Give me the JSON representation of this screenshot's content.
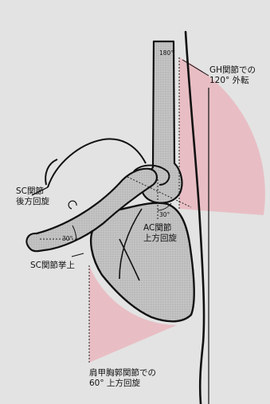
{
  "colors": {
    "background": "#e3e3e3",
    "sector_pink": "#e8b9c0",
    "bone_fill": "#bdbdbd",
    "outline": "#111111"
  },
  "labels": {
    "gh_label_line1": "GH関節での",
    "gh_label_line2": "120° 外転",
    "angle_180": "180°",
    "sc_retraction_line1": "SC関節",
    "sc_retraction_line2": "後方回旋",
    "ac_label_line1": "AC関節",
    "ac_label_line2": "上方回旋",
    "ac_angle": "30°",
    "sc_elevation_angle": "30°",
    "sc_elevation": "SC関節挙上",
    "scapulothoracic_line1": "肩甲胸郭関節での",
    "scapulothoracic_line2": "60° 上方回旋"
  }
}
